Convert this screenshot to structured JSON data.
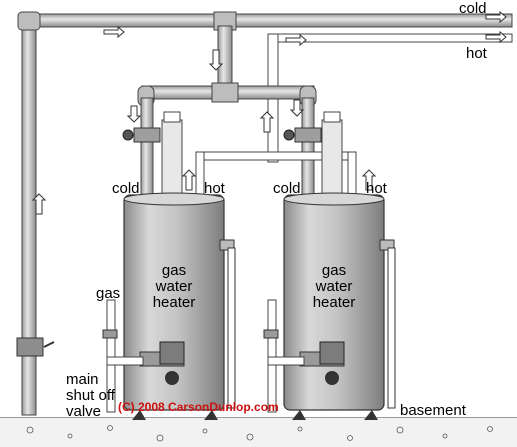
{
  "labels": {
    "cold_top": "cold",
    "hot_top": "hot",
    "heater1_cold": "cold",
    "heater1_hot": "hot",
    "heater2_cold": "cold",
    "heater2_hot": "hot",
    "heater1_line1": "gas",
    "heater1_line2": "water",
    "heater1_line3": "heater",
    "heater2_line1": "gas",
    "heater2_line2": "water",
    "heater2_line3": "heater",
    "gas": "gas",
    "main_shutoff_line1": "main",
    "main_shutoff_line2": "shut off",
    "main_shutoff_line3": "valve",
    "basement": "basement",
    "copyright": "(C) 2008 CarsonDunlop.com"
  },
  "colors": {
    "tank_body": "#bdbdbd",
    "pipe_cold": "#c8c8c8",
    "pipe_hot": "#ffffff",
    "copyright_red": "#cc1111"
  }
}
